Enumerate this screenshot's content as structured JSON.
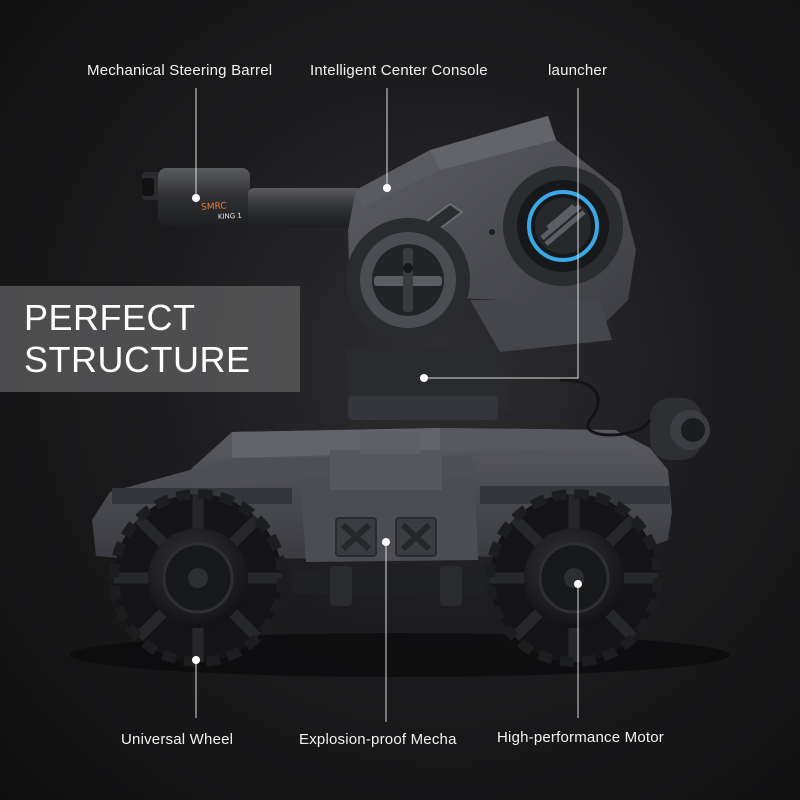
{
  "banner": {
    "line1": "PERFECT",
    "line2": "STRUCTURE"
  },
  "callouts": {
    "steering_barrel": "Mechanical Steering Barrel",
    "center_console": "Intelligent Center Console",
    "launcher": "launcher",
    "universal_wheel": "Universal Wheel",
    "explosion_proof": "Explosion-proof Mecha",
    "motor": "High-performance Motor"
  },
  "barrel_brand": {
    "name": "SMRC",
    "model": "KING 1"
  },
  "colors": {
    "body": "#4a4b50",
    "ring_accent": "#3aa8e6",
    "brand_orange": "#e8782a",
    "banner": "#5c5c5e"
  }
}
